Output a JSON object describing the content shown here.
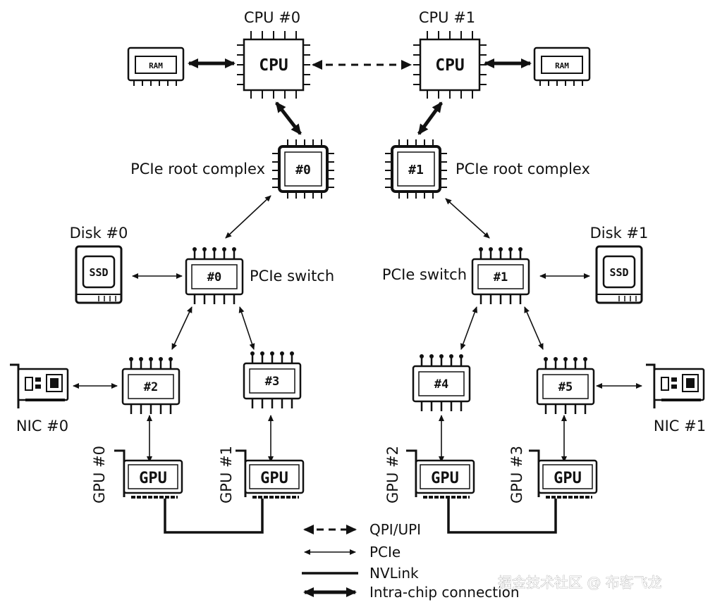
{
  "cpus": [
    {
      "title": "CPU #0",
      "chip_text": "CPU",
      "ram": "RAM"
    },
    {
      "title": "CPU #1",
      "chip_text": "CPU",
      "ram": "RAM"
    }
  ],
  "root_complexes": [
    {
      "label": "PCIe root complex",
      "chip_text": "#0"
    },
    {
      "label": "PCIe root complex",
      "chip_text": "#1"
    }
  ],
  "switches": [
    {
      "label": "PCIe switch",
      "chip_text": "#0"
    },
    {
      "label": "PCIe switch",
      "chip_text": "#1"
    }
  ],
  "disks": [
    {
      "title": "Disk #0",
      "text": "SSD"
    },
    {
      "title": "Disk #1",
      "text": "SSD"
    }
  ],
  "sub_switches": [
    "#2",
    "#3",
    "#4",
    "#5"
  ],
  "nics": [
    "NIC #0",
    "NIC #1"
  ],
  "gpus": [
    {
      "label": "GPU #0",
      "card": "GPU"
    },
    {
      "label": "GPU #1",
      "card": "GPU"
    },
    {
      "label": "GPU #2",
      "card": "GPU"
    },
    {
      "label": "GPU #3",
      "card": "GPU"
    }
  ],
  "legend": {
    "qpi": "QPI/UPI",
    "pcie": "PCIe",
    "nvlink": "NVLink",
    "intra": "Intra-chip connection"
  },
  "watermark": "掘金技术社区 @ 布客飞龙"
}
